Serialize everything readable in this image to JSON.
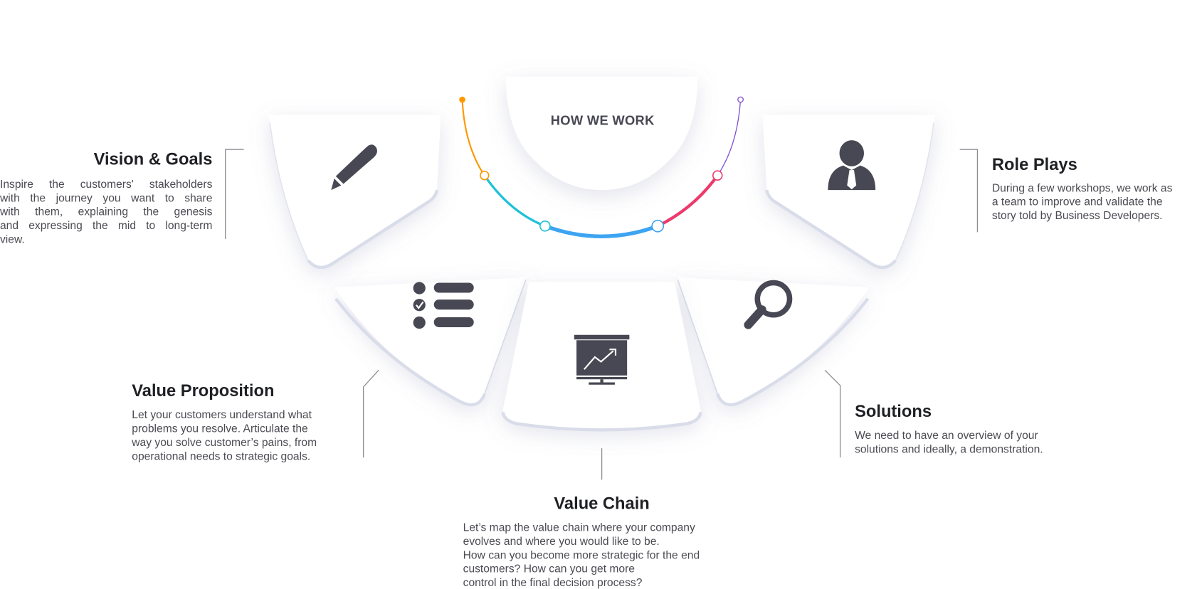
{
  "center": {
    "title": "HOW WE WORK"
  },
  "colors": {
    "icon": "#474853",
    "arc": [
      "#ff9800",
      "#1ec2d8",
      "#3da4f2",
      "#ec3b6c",
      "#8050d0"
    ],
    "edge": "#d9dce9"
  },
  "steps": [
    {
      "title": "Vision & Goals",
      "icon": "pencil-icon",
      "lines": [
        "Inspire the customers' stakeholders",
        "with the journey you want to share",
        "with them, explaining the genesis",
        "and expressing the mid to long-term",
        "view."
      ]
    },
    {
      "title": "Value Proposition",
      "icon": "checklist-icon",
      "lines": [
        "Let your customers understand what",
        "problems you resolve.  Articulate the",
        "way you solve customer’s pains, from",
        "operational needs to strategic goals."
      ]
    },
    {
      "title": "Value Chain",
      "icon": "presentation-chart-icon",
      "lines": [
        "Let’s map the value chain where your company",
        "evolves and where you would like to be.",
        "How can you become more strategic for the end",
        "customers? How can you get more",
        "control in the final decision process?"
      ]
    },
    {
      "title": "Solutions",
      "icon": "magnifier-icon",
      "lines": [
        "We need to have an overview of your",
        "solutions and ideally, a demonstration."
      ]
    },
    {
      "title": "Role Plays",
      "icon": "businessman-icon",
      "lines": [
        "During a few workshops, we work as",
        "a team to improve and validate the",
        "story told by Business Developers."
      ]
    }
  ]
}
